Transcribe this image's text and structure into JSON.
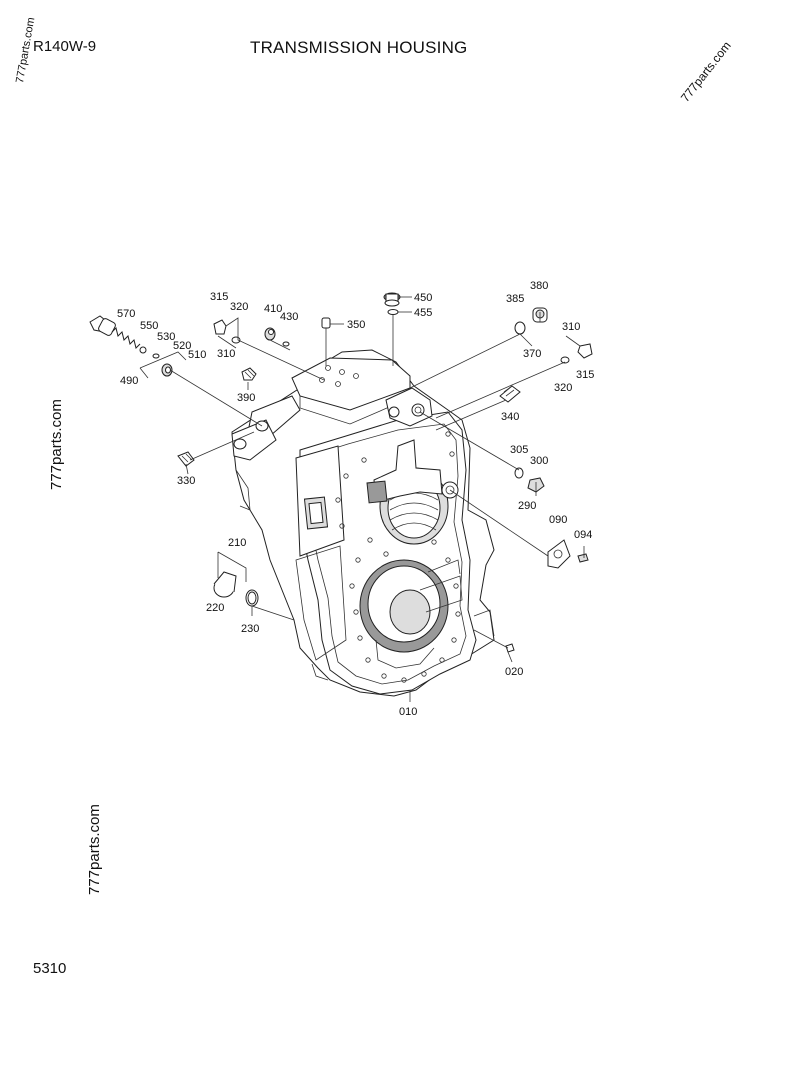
{
  "header": {
    "model": "R140W-9",
    "title": "TRANSMISSION HOUSING"
  },
  "footer": {
    "page_code": "5310"
  },
  "watermark": {
    "text": "777parts.com"
  },
  "callouts": [
    {
      "id": "570"
    },
    {
      "id": "550"
    },
    {
      "id": "530"
    },
    {
      "id": "520"
    },
    {
      "id": "510"
    },
    {
      "id": "490"
    },
    {
      "id": "315"
    },
    {
      "id": "320"
    },
    {
      "id": "310"
    },
    {
      "id": "410"
    },
    {
      "id": "430"
    },
    {
      "id": "350"
    },
    {
      "id": "450"
    },
    {
      "id": "455"
    },
    {
      "id": "390"
    },
    {
      "id": "385"
    },
    {
      "id": "380"
    },
    {
      "id": "370"
    },
    {
      "id": "310"
    },
    {
      "id": "320"
    },
    {
      "id": "315"
    },
    {
      "id": "340"
    },
    {
      "id": "305"
    },
    {
      "id": "300"
    },
    {
      "id": "290"
    },
    {
      "id": "330"
    },
    {
      "id": "090"
    },
    {
      "id": "094"
    },
    {
      "id": "210"
    },
    {
      "id": "220"
    },
    {
      "id": "230"
    },
    {
      "id": "020"
    },
    {
      "id": "010"
    }
  ]
}
